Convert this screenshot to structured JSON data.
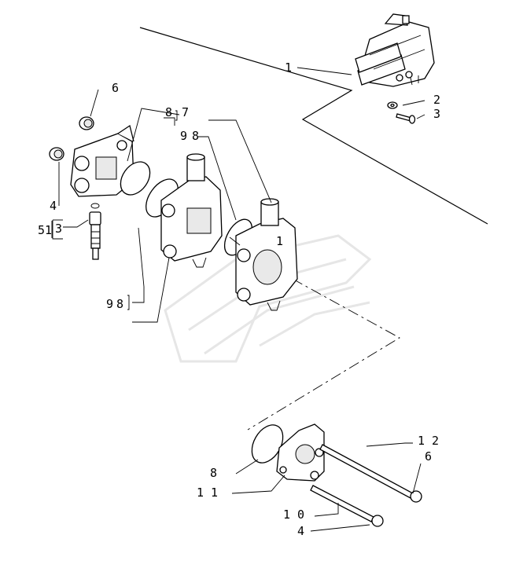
{
  "callouts": [
    {
      "id": "c1",
      "text": "1"
    },
    {
      "id": "c2",
      "text": "2"
    },
    {
      "id": "c3",
      "text": "3"
    },
    {
      "id": "c6a",
      "text": "6"
    },
    {
      "id": "c8a",
      "text": "8"
    },
    {
      "id": "c7",
      "text": "7"
    },
    {
      "id": "c9a",
      "text": "9"
    },
    {
      "id": "c8b",
      "text": "8"
    },
    {
      "id": "c4a",
      "text": "4"
    },
    {
      "id": "c5",
      "text": "5"
    },
    {
      "id": "c1b",
      "text": "1"
    },
    {
      "id": "c3b",
      "text": "3"
    },
    {
      "id": "c9b",
      "text": "9"
    },
    {
      "id": "c8c",
      "text": "8"
    },
    {
      "id": "c1c",
      "text": "1"
    },
    {
      "id": "c12",
      "text": "1 2"
    },
    {
      "id": "c6b",
      "text": "6"
    },
    {
      "id": "c8d",
      "text": "8"
    },
    {
      "id": "c11",
      "text": "1 1"
    },
    {
      "id": "c10",
      "text": "1 0"
    },
    {
      "id": "c4b",
      "text": "4"
    }
  ]
}
